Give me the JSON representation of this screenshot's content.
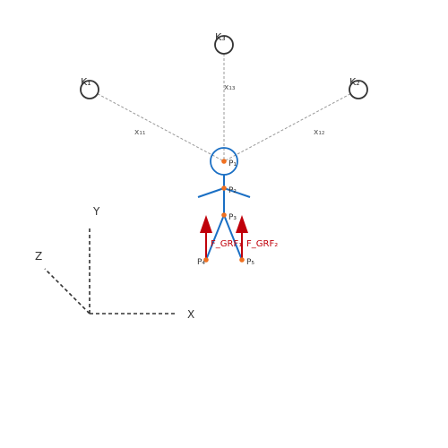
{
  "cameras": [
    {
      "id": "K1",
      "label": "K₁"
    },
    {
      "id": "K2",
      "label": "K₂"
    },
    {
      "id": "K3",
      "label": "K₃"
    }
  ],
  "distances": {
    "x11": "x₁₁",
    "x12": "x₁₂",
    "x13": "x₁₃"
  },
  "points": {
    "p1": "P₁",
    "p2": "P₂",
    "p3": "P₃",
    "p4": "P₄",
    "p5": "P₅"
  },
  "forces": {
    "grf1": "F_GRF₁",
    "grf2": "F_GRF₂"
  },
  "axes": {
    "x": "X",
    "y": "Y",
    "z": "Z"
  },
  "colors": {
    "body": "#1a6fc4",
    "joint": "#f07020",
    "force": "#c0000a",
    "camera": "#333333",
    "sightline": "#999999",
    "axis": "#333333"
  }
}
